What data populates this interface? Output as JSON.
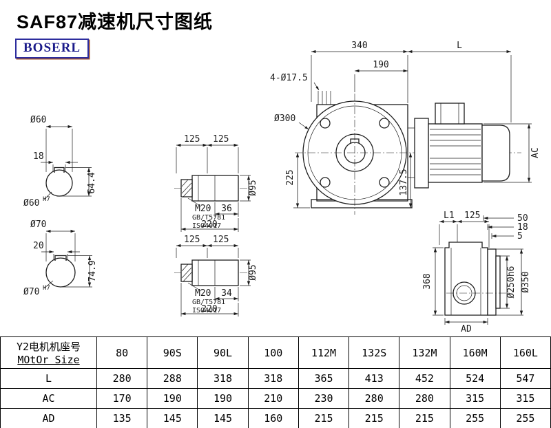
{
  "colors": {
    "line": "#1c1c1c",
    "logo-border": "#2d2d9e",
    "logo-text": "#1a1a8a",
    "title": "#000000"
  },
  "header": {
    "title": "SAF87减速机尺寸图纸",
    "logo": "BOSERL"
  },
  "views": {
    "shaft60": {
      "diameter": "Ø60",
      "key_width": "18",
      "key_depth": "64.4",
      "bore": "Ø60",
      "bore_tol": "H7"
    },
    "shaft70": {
      "diameter": "Ø70",
      "key_width": "20",
      "key_depth": "74.9",
      "bore": "Ø70",
      "bore_tol": "H7"
    },
    "bushing_top": {
      "seg1": "125",
      "seg2": "125",
      "thread": "M20",
      "std1": "GB/T5781",
      "std2": "ISO4017",
      "inner_len": "36",
      "total_len": "220",
      "od": "Ø95"
    },
    "bushing_bottom": {
      "seg1": "125",
      "seg2": "125",
      "thread": "M20",
      "std1": "GB/T5781",
      "std2": "ISO4017",
      "inner_len": "34",
      "total_len": "220",
      "od": "Ø95"
    },
    "front": {
      "width": "340",
      "motor_len": "L",
      "center_to_face": "190",
      "holes": "4-Ø17.5",
      "flange": "Ø300",
      "center_height": "225",
      "face_height": "137.5",
      "motor_dia": "AC"
    },
    "side": {
      "l1": "L1",
      "d125": "125",
      "d50": "50",
      "d18": "18",
      "d5": "5",
      "height": "368",
      "pilot": "Ø250h6",
      "flange_od": "Ø350",
      "depth": "AD"
    }
  },
  "table": {
    "header_cn": "Y2电机机座号",
    "header_en": "MOtOr Size",
    "sizes": [
      "80",
      "90S",
      "90L",
      "100",
      "112M",
      "132S",
      "132M",
      "160M",
      "160L"
    ],
    "rows": [
      {
        "label": "L",
        "values": [
          "280",
          "288",
          "318",
          "318",
          "365",
          "413",
          "452",
          "524",
          "547"
        ]
      },
      {
        "label": "AC",
        "values": [
          "170",
          "190",
          "190",
          "210",
          "230",
          "280",
          "280",
          "315",
          "315"
        ]
      },
      {
        "label": "AD",
        "values": [
          "135",
          "145",
          "145",
          "160",
          "215",
          "215",
          "215",
          "255",
          "255"
        ]
      }
    ]
  }
}
